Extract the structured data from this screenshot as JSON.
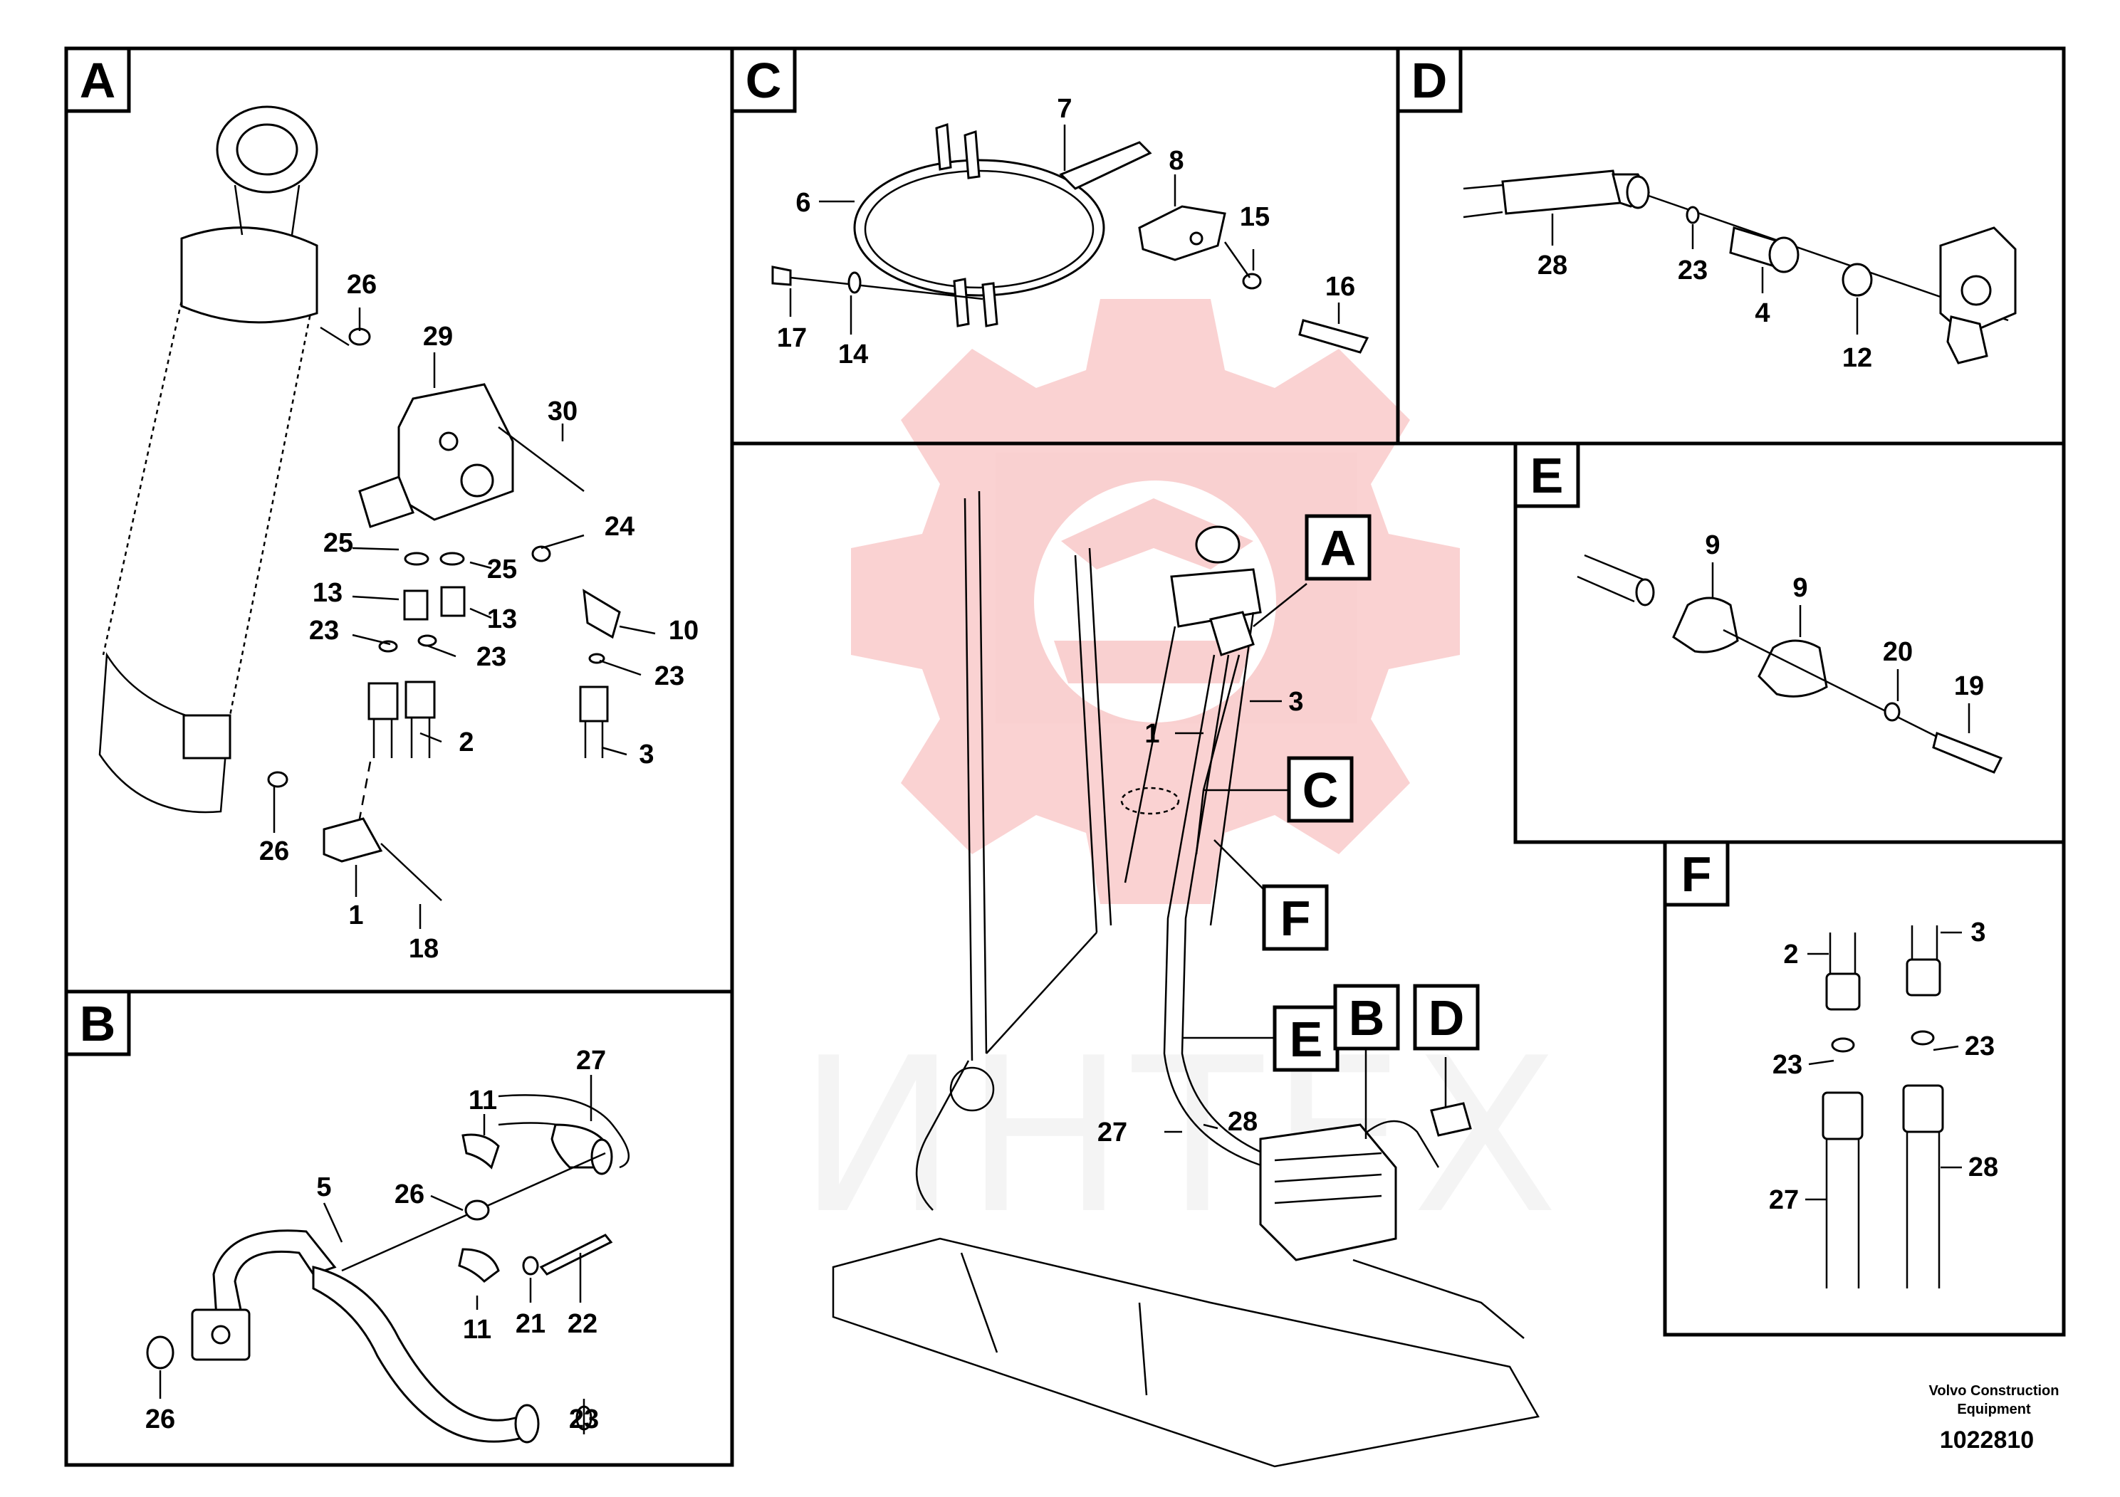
{
  "panels": {
    "A": {
      "letter": "A",
      "callouts": [
        "26",
        "29",
        "30",
        "24",
        "25",
        "25",
        "13",
        "13",
        "23",
        "23",
        "10",
        "23",
        "2",
        "3",
        "26",
        "1",
        "18"
      ]
    },
    "B": {
      "letter": "B",
      "callouts": [
        "27",
        "11",
        "26",
        "5",
        "11",
        "21",
        "22",
        "26",
        "23"
      ]
    },
    "C": {
      "letter": "C",
      "callouts": [
        "7",
        "8",
        "6",
        "15",
        "16",
        "17",
        "14"
      ]
    },
    "D": {
      "letter": "D",
      "callouts": [
        "28",
        "23",
        "4",
        "12"
      ]
    },
    "E": {
      "letter": "E",
      "callouts": [
        "9",
        "9",
        "20",
        "19"
      ]
    },
    "F": {
      "letter": "F",
      "callouts": [
        "2",
        "3",
        "23",
        "23",
        "27",
        "28"
      ]
    },
    "overview": {
      "tags": [
        "A",
        "C",
        "F",
        "E",
        "B",
        "D"
      ],
      "callouts": [
        "3",
        "1",
        "27",
        "28"
      ]
    }
  },
  "watermark": {
    "text": "ИНТЕХ",
    "color": "#e83030"
  },
  "footer": {
    "brand_line1": "Volvo Construction",
    "brand_line2": "Equipment",
    "doc_number": "1022810"
  }
}
